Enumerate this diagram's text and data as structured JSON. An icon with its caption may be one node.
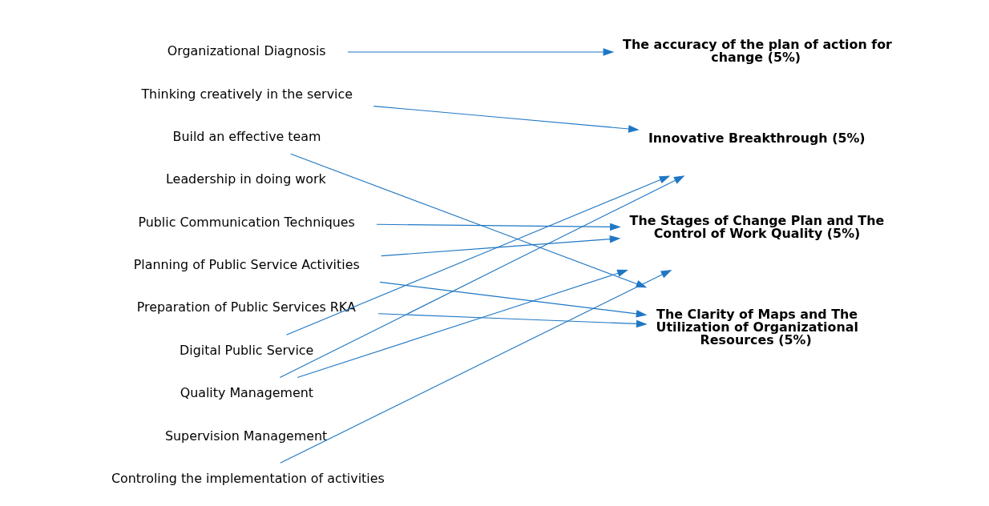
{
  "diagram": {
    "nodes": [
      {
        "text": [
          "Organizational Diagnosis"
        ]
      },
      {
        "text": [
          "Thinking creatively in the service"
        ]
      },
      {
        "text": [
          "Build an effective team"
        ]
      },
      {
        "text": [
          "Leadership in doing work"
        ]
      },
      {
        "text": [
          "Public Communication Techniques"
        ]
      },
      {
        "text": [
          "Planning of Public Service Activities"
        ]
      },
      {
        "text": [
          "Preparation of Public Services RKA"
        ]
      },
      {
        "text": [
          "Digital Public Service"
        ]
      },
      {
        "text": [
          "Quality Management"
        ]
      },
      {
        "text": [
          "Supervision Management"
        ]
      },
      {
        "text": [
          "Controling the implementation of activities"
        ]
      },
      {
        "text": [
          "The accuracy of the plan of action for change (5%)"
        ]
      },
      {
        "text": [
          "Innovative Breakthrough (5%)"
        ]
      },
      {
        "text": [
          "The Stages of Change Plan and The Control of Work Quality (5%)"
        ]
      },
      {
        "text": [
          "The Clarity of Maps and The Utilization of Organizational Resources (5%)"
        ]
      }
    ],
    "edges": [
      {
        "from": 0,
        "to": 11,
        "arrow": "to"
      },
      {
        "from": 1,
        "to": 12,
        "arrow": "to"
      },
      {
        "from": 2,
        "to": 14,
        "arrow": "to"
      },
      {
        "from": 4,
        "to": 13,
        "arrow": "to"
      },
      {
        "from": 5,
        "to": 13,
        "arrow": "to"
      },
      {
        "from": 5,
        "to": 14,
        "arrow": "to"
      },
      {
        "from": 6,
        "to": 14,
        "arrow": "to"
      },
      {
        "from": 7,
        "to": 12,
        "arrow": "to"
      },
      {
        "from": 8,
        "to": 12,
        "arrow": "to"
      },
      {
        "from": 8,
        "to": 13,
        "arrow": "to"
      },
      {
        "from": 10,
        "to": 13,
        "arrow": "to"
      }
    ]
  }
}
